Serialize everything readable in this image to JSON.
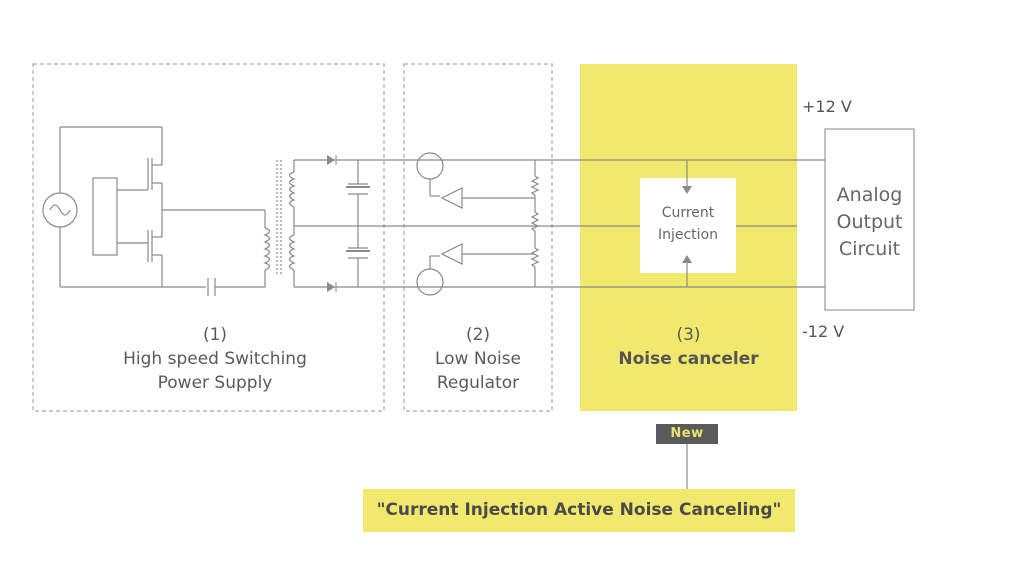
{
  "blocks": {
    "power_supply": {
      "number": "(1)",
      "line1": "High speed Switching",
      "line2": "Power Supply"
    },
    "regulator": {
      "number": "(2)",
      "line1": "Low Noise",
      "line2": "Regulator"
    },
    "canceler": {
      "number": "(3)",
      "line1": "Noise canceler"
    }
  },
  "current_injection": {
    "line1": "Current",
    "line2": "Injection"
  },
  "analog_output": {
    "line1": "Analog",
    "line2": "Output",
    "line3": "Circuit"
  },
  "rails": {
    "positive": "+12 V",
    "negative": "-12 V"
  },
  "badge": {
    "label": "New"
  },
  "technology": {
    "label": "\"Current Injection Active Noise Canceling\""
  },
  "colors": {
    "highlight": "#f1e96d",
    "line": "#8a8a8a",
    "dashed": "#aaaaaa",
    "badge_bg": "#5a5a5a"
  }
}
